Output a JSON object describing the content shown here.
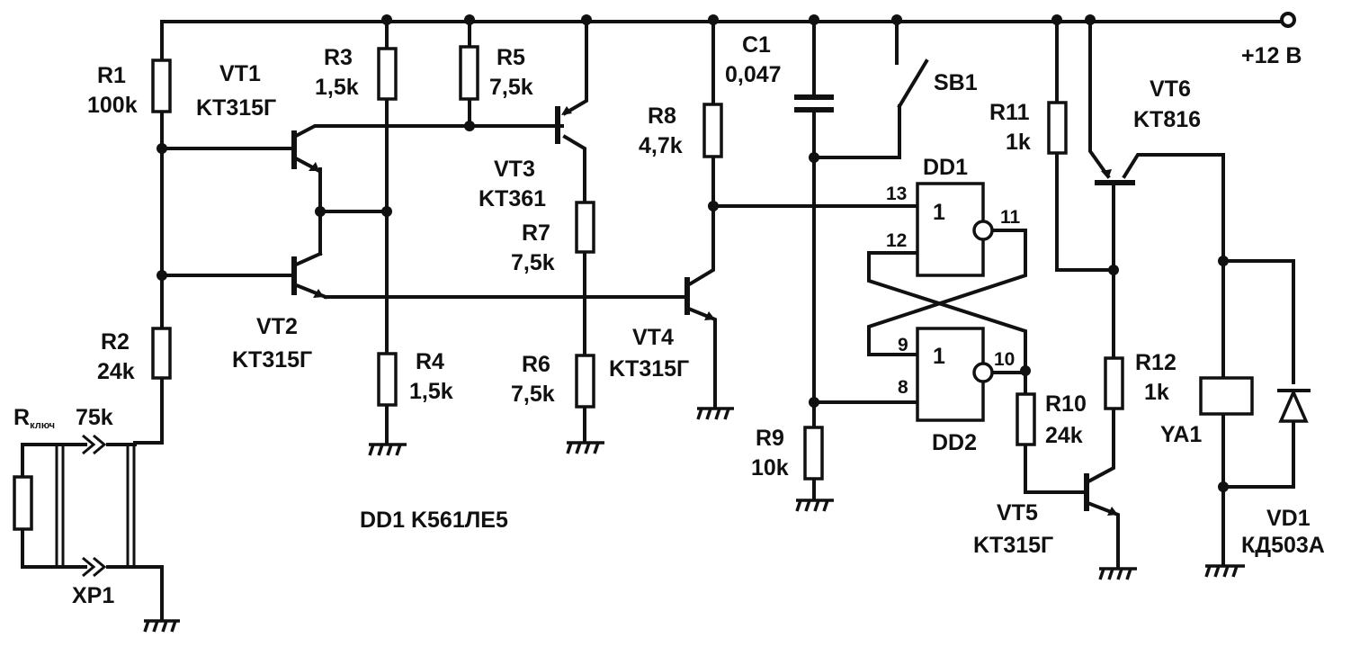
{
  "diagram": {
    "type": "circuit-schematic",
    "power": {
      "label": "+12 В"
    },
    "footnote": "DD1 K561ЛЕ5",
    "resistors": [
      {
        "ref": "R1",
        "value": "100k"
      },
      {
        "ref": "R2",
        "value": "24k"
      },
      {
        "ref": "R3",
        "value": "1,5k"
      },
      {
        "ref": "R4",
        "value": "1,5k"
      },
      {
        "ref": "R5",
        "value": "7,5k"
      },
      {
        "ref": "R6",
        "value": "7,5k"
      },
      {
        "ref": "R7",
        "value": "7,5k"
      },
      {
        "ref": "R8",
        "value": "4,7k"
      },
      {
        "ref": "R9",
        "value": "10k"
      },
      {
        "ref": "R10",
        "value": "24k"
      },
      {
        "ref": "R11",
        "value": "1k"
      },
      {
        "ref": "R12",
        "value": "1k"
      }
    ],
    "key_resistor": {
      "ref_main": "R",
      "ref_sub": "ключ",
      "value": "75k"
    },
    "capacitors": [
      {
        "ref": "C1",
        "value": "0,047"
      }
    ],
    "switches": [
      {
        "ref": "SB1"
      }
    ],
    "transistors": [
      {
        "ref": "VT1",
        "part": "KT315Г",
        "type": "npn"
      },
      {
        "ref": "VT2",
        "part": "KT315Г",
        "type": "npn"
      },
      {
        "ref": "VT3",
        "part": "KT361",
        "type": "pnp"
      },
      {
        "ref": "VT4",
        "part": "KT315Г",
        "type": "npn"
      },
      {
        "ref": "VT5",
        "part": "KT315Г",
        "type": "npn"
      },
      {
        "ref": "VT6",
        "part": "KT816",
        "type": "pnp"
      }
    ],
    "gates": [
      {
        "ref": "DD1",
        "symbol": "1",
        "pins": {
          "in_a": "13",
          "in_b": "12",
          "out": "11"
        }
      },
      {
        "ref": "DD2",
        "symbol": "1",
        "pins": {
          "in_a": "9",
          "in_b": "8",
          "out": "10"
        }
      }
    ],
    "connector": {
      "ref": "XP1"
    },
    "solenoid": {
      "ref": "YA1"
    },
    "diode": {
      "ref": "VD1",
      "part": "КД503А"
    }
  }
}
